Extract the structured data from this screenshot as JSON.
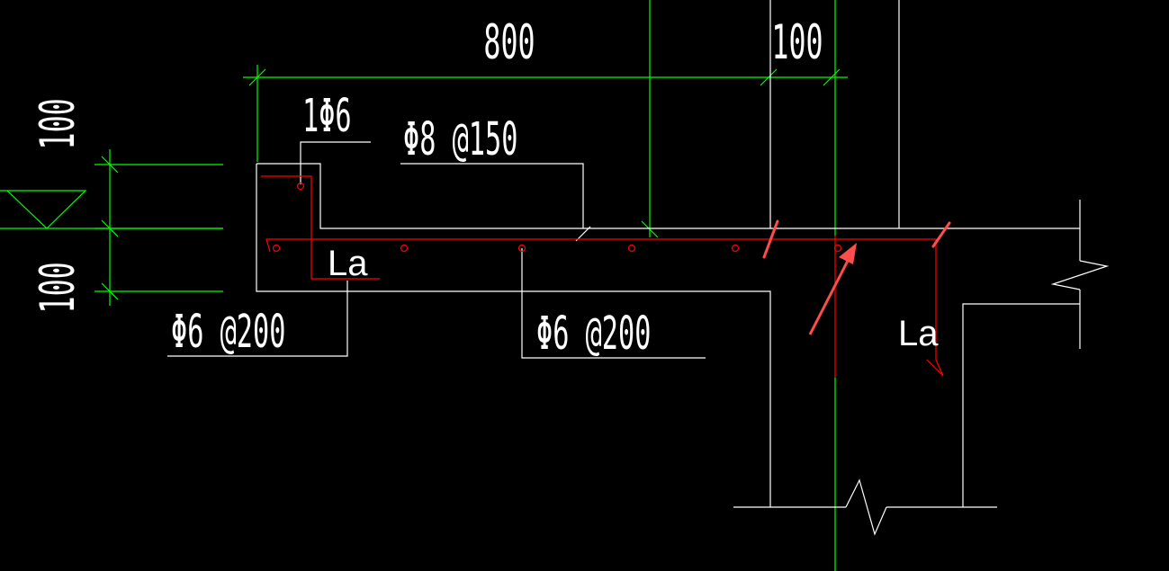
{
  "dimensions": {
    "top_left": "800",
    "top_right": "100",
    "left_upper": "100",
    "left_lower": "100"
  },
  "labels": {
    "corner_bar": "1Φ6",
    "top_rebar": "Φ8 @150",
    "left_stirrup": "Φ6 @200",
    "mid_stirrup": "Φ6 @200",
    "anchor_left": "La",
    "anchor_right": "La"
  },
  "colors": {
    "background": "#000000",
    "dimension_lines": "#00ff00",
    "outline": "#ffffff",
    "rebar": "#ff0000",
    "highlight_arrow": "#ff4d4d"
  }
}
